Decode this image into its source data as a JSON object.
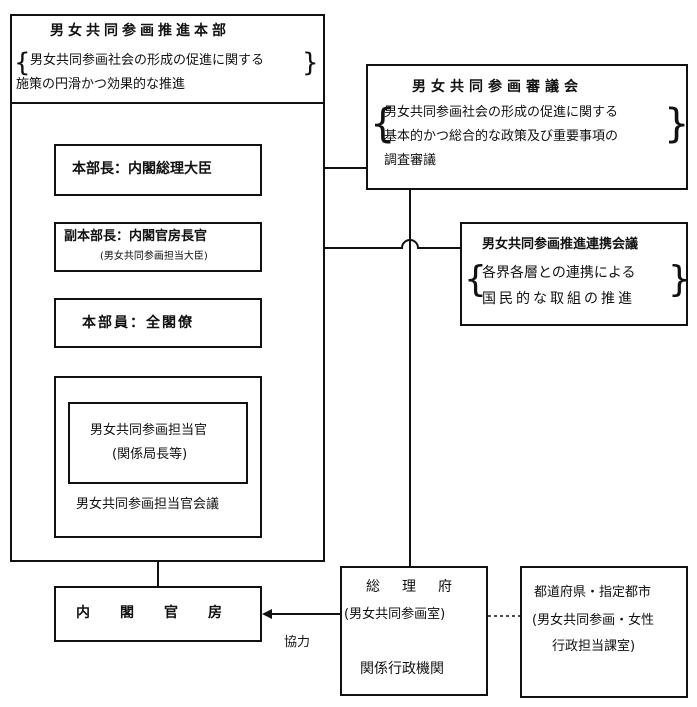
{
  "honbu": {
    "title": "男女共同参画推進本部",
    "desc_line1": "男女共同参画社会の形成の促進に関する",
    "desc_line2": "施策の円滑かつ効果的な推進"
  },
  "shingikai": {
    "title": "男女共同参画審議会",
    "desc_line1": "男女共同参画社会の形成の促進に関する",
    "desc_line2": "基本的かつ総合的な政策及び重要事項の",
    "desc_line3": "調査審議"
  },
  "honbucho": "本部長：内閣総理大臣",
  "fuku_honbucho": {
    "line1": "副本部長：内閣官房長官",
    "line2": "(男女共同参画担当大臣)"
  },
  "honbuin": "本部員：全閣僚",
  "tantokan": {
    "line1": "男女共同参画担当官",
    "line2": "(関係局長等)",
    "kaigi": "男女共同参画担当官会議"
  },
  "renkei": {
    "title": "男女共同参画推進連携会議",
    "desc_line1": "各界各層との連携による",
    "desc_line2": "国民的な取組の推進"
  },
  "naikaku": "内閣官房",
  "kyoryoku": "協力",
  "sorifu": {
    "title": "総理府",
    "sub": "(男女共同参画室)",
    "kankei": "関係行政機関"
  },
  "todofuken": {
    "line1": "都道府県・指定都市",
    "line2": "(男女共同参画・女性",
    "line3": "行政担当課室)"
  }
}
